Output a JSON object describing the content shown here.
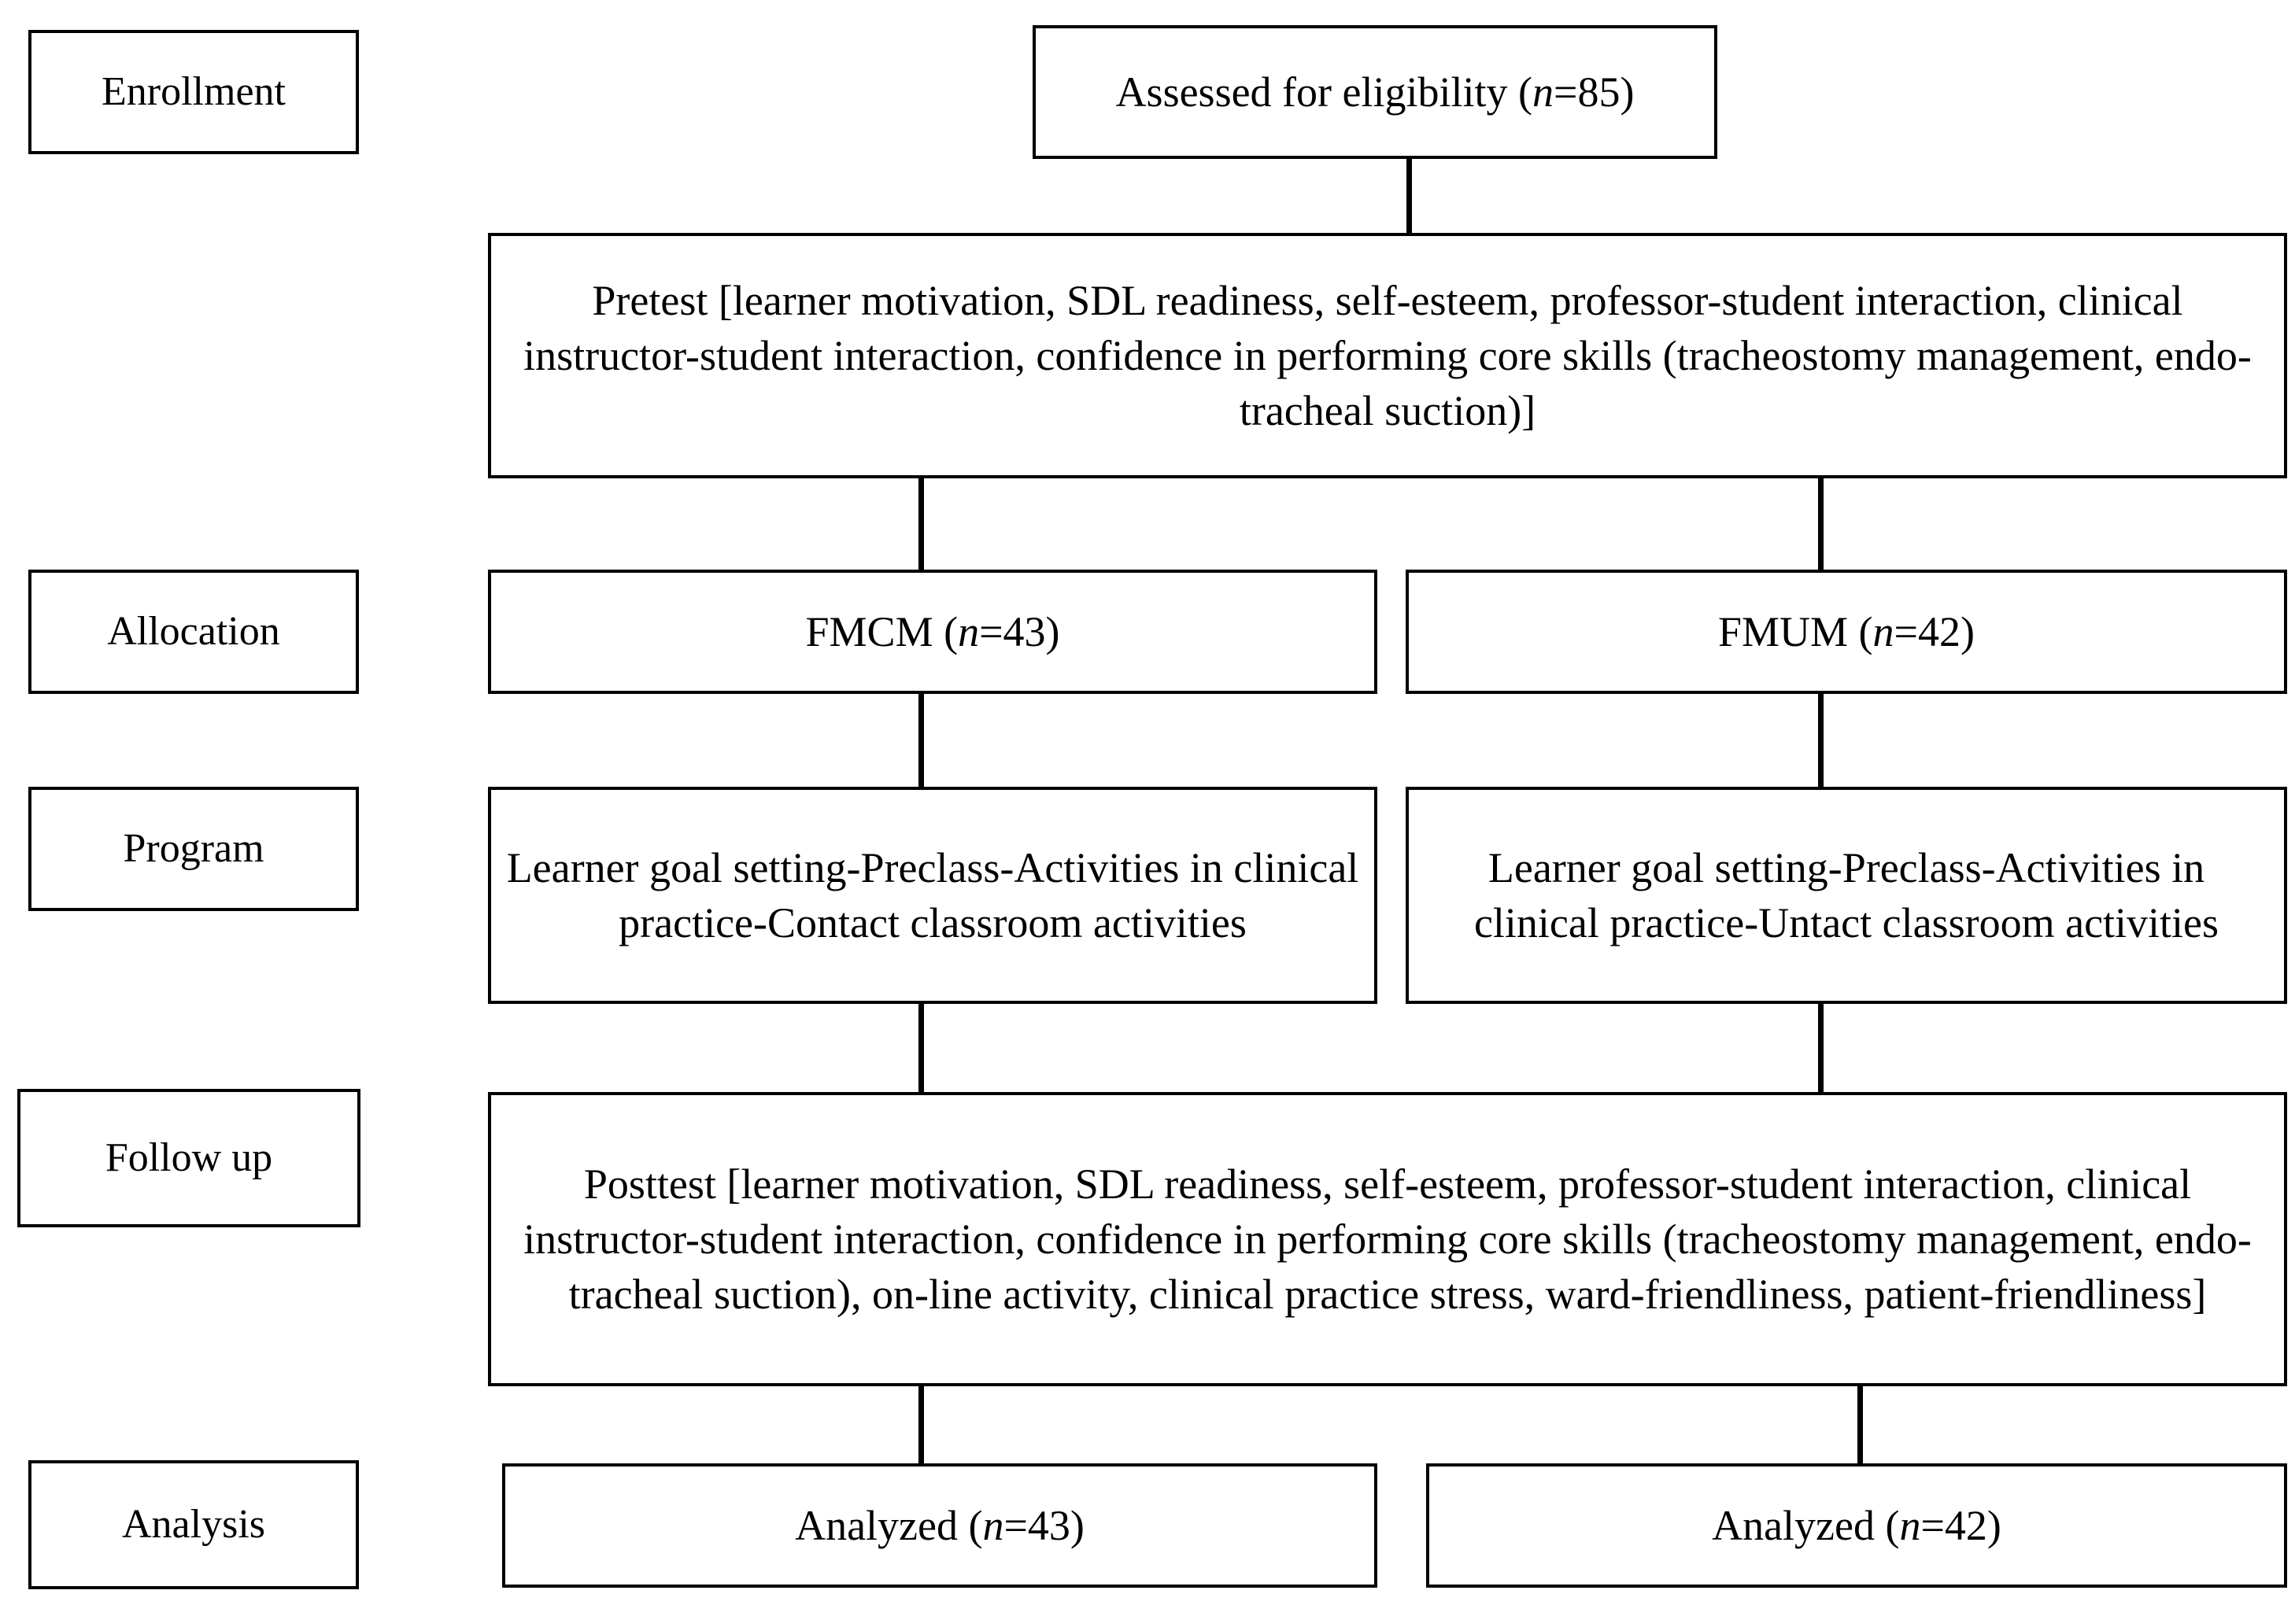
{
  "diagram": {
    "title": "CONSORT-style study flow diagram",
    "accent_color": "#000000",
    "background_color": "#ffffff"
  },
  "stages": [
    {
      "id": "enrollment",
      "label": "Enrollment"
    },
    {
      "id": "allocation",
      "label": "Allocation"
    },
    {
      "id": "program",
      "label": "Program"
    },
    {
      "id": "followup",
      "label": "Follow up"
    },
    {
      "id": "analysis",
      "label": "Analysis"
    }
  ],
  "nodes": {
    "eligibility": {
      "text": "Assessed for eligibility (n=85)",
      "pre": "Assessed for eligibility (",
      "italic": "n",
      "post": "=85)",
      "n": 85
    },
    "pretest": {
      "text": "Pretest [learner motivation, SDL readiness, self-esteem, professor-student interaction, clinical instructor-student interaction, confidence in performing core skills (tracheostomy management, endo-tracheal suction)]"
    },
    "alloc_left": {
      "text": "FMCM (n=43)",
      "pre": "FMCM (",
      "italic": "n",
      "post": "=43)",
      "group": "FMCM",
      "n": 43
    },
    "alloc_right": {
      "text": "FMUM (n=42)",
      "pre": "FMUM (",
      "italic": "n",
      "post": "=42)",
      "group": "FMUM",
      "n": 42
    },
    "program_left": {
      "text": "Learner goal setting-Preclass-Activities in clinical practice-Contact classroom activities"
    },
    "program_right": {
      "text": "Learner goal setting-Preclass-Activities in clinical practice-Untact classroom activities"
    },
    "posttest": {
      "text": "Posttest [learner motivation, SDL readiness, self-esteem, professor-student interaction, clinical instructor-student interaction, confidence in performing core skills (tracheostomy management, endo-tracheal suction), on-line activity, clinical practice stress, ward-friendliness, patient-friendliness]"
    },
    "analyzed_left": {
      "text": "Analyzed (n=43)",
      "pre": "Analyzed (",
      "italic": "n",
      "post": "=43)",
      "n": 43
    },
    "analyzed_right": {
      "text": "Analyzed (n=42)",
      "pre": "Analyzed (",
      "italic": "n",
      "post": "=42)",
      "n": 42
    }
  }
}
